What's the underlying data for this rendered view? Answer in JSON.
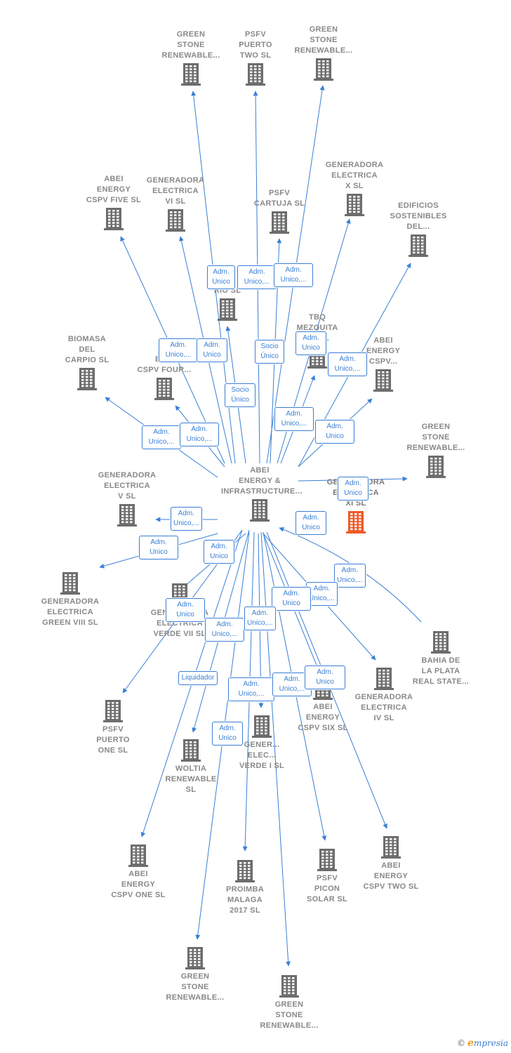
{
  "colors": {
    "edge": "#3a7fd5",
    "building": "#6d6d6d",
    "building_focus": "#f05a28",
    "label": "#888888"
  },
  "icon": "building-icon",
  "nodes": [
    {
      "id": "center",
      "label": "ABEI\nENERGY &\nINFRASTRUCTURE...",
      "type": "center"
    },
    {
      "id": "gs1",
      "label": "GREEN\nSTONE\nRENEWABLE..."
    },
    {
      "id": "psfv2",
      "label": "PSFV\nPUERTO\nTWO  SL"
    },
    {
      "id": "gs2",
      "label": "GREEN\nSTONE\nRENEWABLE..."
    },
    {
      "id": "gx",
      "label": "GENERADORA\nELECTRICA\nX  SL"
    },
    {
      "id": "cartuja",
      "label": "PSFV\nCARTUJA  SL"
    },
    {
      "id": "edif",
      "label": "EDIFICIOS\nSOSTENIBLES\nDEL..."
    },
    {
      "id": "five",
      "label": "ABEI\nENERGY\nCSPV FIVE  SL"
    },
    {
      "id": "g6",
      "label": "GENERADORA\nELECTRICA\nVI  SL"
    },
    {
      "id": "rio",
      "label": "P...\nRIO  SL"
    },
    {
      "id": "tbq",
      "label": "TBQ\nMEZQUITA\nT...  SL"
    },
    {
      "id": "cspv",
      "label": "ABEI\nENERGY\nCSPV..."
    },
    {
      "id": "biomasa",
      "label": "BIOMASA\nDEL\nCARPIO  SL"
    },
    {
      "id": "four",
      "label": "A...\nEN...\nCSPV FOUR..."
    },
    {
      "id": "gs3",
      "label": "GREEN\nSTONE\nRENEWABLE..."
    },
    {
      "id": "g5",
      "label": "GENERADORA\nELECTRICA\nV  SL"
    },
    {
      "id": "g11",
      "label": "GENERADORA\nELECTRICA\nXI  SL",
      "type": "focus"
    },
    {
      "id": "g8",
      "label": "GENERADORA\nELECTRICA\nGREEN VIII  SL"
    },
    {
      "id": "g7",
      "label": "GENERADORA\nELECTRICA\nVERDE VII  SL"
    },
    {
      "id": "bahia",
      "label": "BAHIA DE\nLA PLATA\nREAL STATE..."
    },
    {
      "id": "g4",
      "label": "GENERADORA\nELECTRICA\nIV  SL"
    },
    {
      "id": "six",
      "label": "ABEI\nENERGY\nCSPV SIX  SL"
    },
    {
      "id": "psfv1",
      "label": "PSFV\nPUERTO\nONE  SL"
    },
    {
      "id": "woltia",
      "label": "WOLTIA\nRENEWABLE\nSL"
    },
    {
      "id": "gv1",
      "label": "GENER...\nELEC...\nVERDE I  SL"
    },
    {
      "id": "one",
      "label": "ABEI\nENERGY\nCSPV ONE  SL"
    },
    {
      "id": "proimba",
      "label": "PROIMBA\nMALAGA\n2017  SL"
    },
    {
      "id": "picon",
      "label": "PSFV\nPICON\nSOLAR  SL"
    },
    {
      "id": "two",
      "label": "ABEI\nENERGY\nCSPV TWO  SL"
    },
    {
      "id": "gs4",
      "label": "GREEN\nSTONE\nRENEWABLE..."
    },
    {
      "id": "gs5",
      "label": "GREEN\nSTONE\nRENEWABLE..."
    }
  ],
  "relations": [
    {
      "label": "Adm.\nUnico"
    },
    {
      "label": "Adm.\nUnico,..."
    },
    {
      "label": "Adm.\nUnico,..."
    },
    {
      "label": "Adm.\nUnico,..."
    },
    {
      "label": "Adm.\nUnico"
    },
    {
      "label": "Socio\nÚnico"
    },
    {
      "label": "Adm.\nUnico"
    },
    {
      "label": "Adm.\nUnico,..."
    },
    {
      "label": "Socio\nÚnico"
    },
    {
      "label": "Adm.\nUnico,..."
    },
    {
      "label": "Adm.\nUnico,..."
    },
    {
      "label": "Adm.\nUnico,..."
    },
    {
      "label": "Adm.\nUnico"
    },
    {
      "label": "Adm.\nUnico"
    },
    {
      "label": "Adm.\nUnico"
    },
    {
      "label": "Adm.\nUnico,..."
    },
    {
      "label": "Adm.\nUnico"
    },
    {
      "label": "Adm.\nUnico"
    },
    {
      "label": "Adm.\nUnico,..."
    },
    {
      "label": "Adm.\nUnico,..."
    },
    {
      "label": "Adm.\nUnico"
    },
    {
      "label": "Adm.\nUnico"
    },
    {
      "label": "Adm.\nUnico,..."
    },
    {
      "label": "Adm.\nUnico,..."
    },
    {
      "label": "Liquidador"
    },
    {
      "label": "Adm.\nUnico,..."
    },
    {
      "label": "Adm.\nUnico,..."
    },
    {
      "label": "Adm.\nUnico"
    },
    {
      "label": "Adm.\nUnico"
    }
  ],
  "footer": {
    "copyright": "©",
    "brand_initial": "e",
    "brand_rest": "mpresia"
  }
}
